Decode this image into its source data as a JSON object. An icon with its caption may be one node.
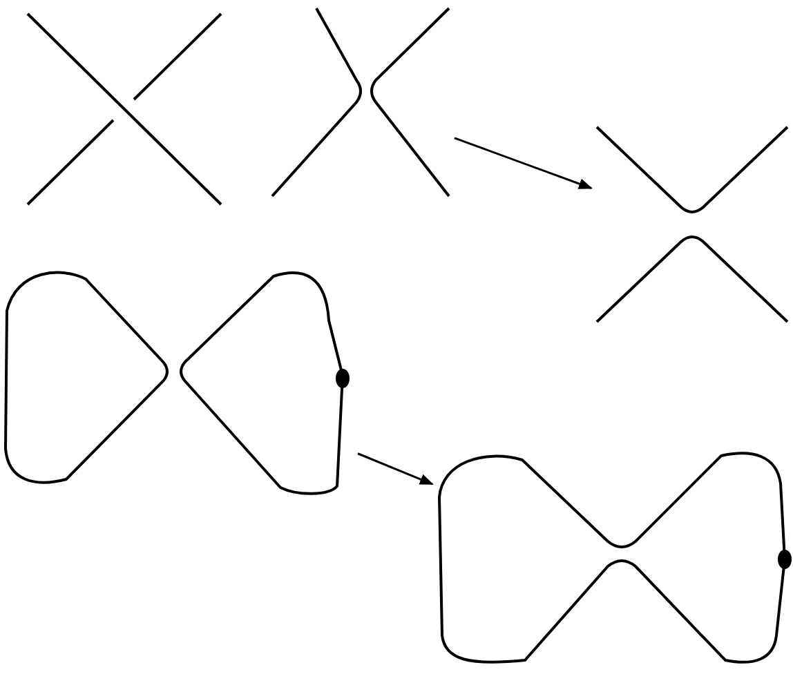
{
  "diagram": {
    "nodes": [
      {
        "text": [],
        "shape": "picture"
      },
      {
        "text": [],
        "shape": "picture"
      },
      {
        "text": [],
        "shape": "picture"
      },
      {
        "text": [],
        "shape": "picture"
      },
      {
        "text": [],
        "shape": "picture"
      }
    ],
    "edges": [
      {
        "from": 1,
        "to": 2,
        "arrow": "to"
      },
      {
        "from": 3,
        "to": 4,
        "arrow": "to"
      }
    ]
  }
}
